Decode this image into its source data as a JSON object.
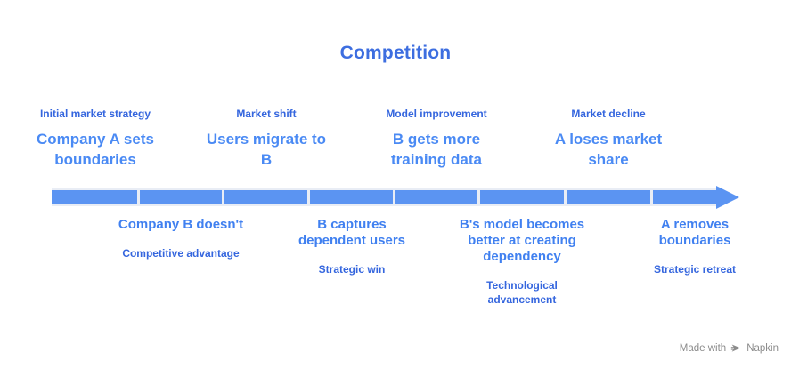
{
  "title": "Competition",
  "colors": {
    "title": "#3d6ee0",
    "event_title_above": "#4a8af4",
    "event_title_below": "#4080f0",
    "caption": "#3566de",
    "arrow_fill": "#5b94f2",
    "arrow_divider": "#e9edf5",
    "watermark": "#8b8b8b",
    "background": "#ffffff"
  },
  "timeline": {
    "direction": "left-to-right",
    "segment_count": 8,
    "events_above": [
      {
        "caption": "Initial market strategy",
        "title": "Company A sets boundaries"
      },
      {
        "caption": "Market shift",
        "title": "Users migrate to B"
      },
      {
        "caption": "Model improvement",
        "title": "B gets more training data"
      },
      {
        "caption": "Market decline",
        "title": "A loses market share"
      }
    ],
    "events_below": [
      {
        "title": "Company B doesn't",
        "caption": "Competitive advantage"
      },
      {
        "title": "B captures dependent users",
        "caption": "Strategic win"
      },
      {
        "title": "B's model becomes better at creating dependency",
        "caption": "Technological advancement"
      },
      {
        "title": "A removes boundaries",
        "caption": "Strategic retreat"
      }
    ]
  },
  "watermark": {
    "prefix": "Made with",
    "brand": "Napkin"
  }
}
